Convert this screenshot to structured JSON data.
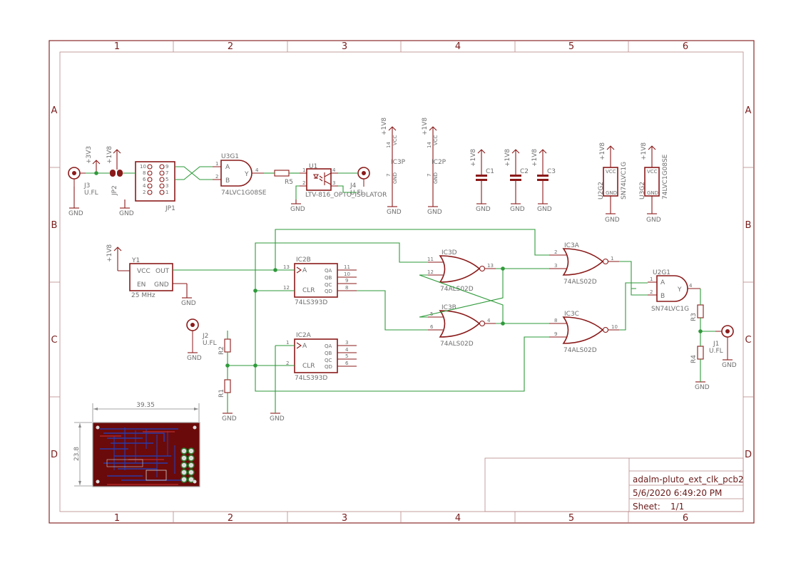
{
  "sheet": {
    "column_labels": [
      "1",
      "2",
      "3",
      "4",
      "5",
      "6"
    ],
    "row_labels": [
      "A",
      "B",
      "C",
      "D"
    ]
  },
  "title_block": {
    "name": "adalm-pluto_ext_clk_pcb2",
    "date": "5/6/2020 6:49:20 PM",
    "sheet_label": "Sheet:",
    "sheet_value": "1/1"
  },
  "pcb_preview": {
    "width_dim": "39.35",
    "height_dim": "23.8"
  },
  "supplies": {
    "gnd": "GND",
    "v18": "+1V8",
    "v33": "+3V3",
    "vcc": "VCC"
  },
  "parts": {
    "j3": {
      "name": "J3",
      "value": "U.FL"
    },
    "jp2": {
      "name": "JP2"
    },
    "jp1": {
      "name": "JP1",
      "pins": [
        "10",
        "8",
        "6",
        "4",
        "2",
        "9",
        "7",
        "5",
        "3",
        "1"
      ]
    },
    "u3g1": {
      "name": "U3G1",
      "value": "74LVC1G08SE",
      "pin_a": "A",
      "pin_b": "B",
      "pin_y": "Y"
    },
    "r5": {
      "name": "R5"
    },
    "u1": {
      "name": "U1",
      "value": "LTV-816_OPTO_ISOLATOR"
    },
    "j4": {
      "name": "J4",
      "value": "U.FL"
    },
    "ic3p": {
      "name": "IC3P",
      "vcc_pin": "14",
      "gnd_pin": "7"
    },
    "ic2p": {
      "name": "IC2P",
      "vcc_pin": "14",
      "gnd_pin": "7"
    },
    "c1": {
      "name": "C1"
    },
    "c2": {
      "name": "C2"
    },
    "c3": {
      "name": "C3"
    },
    "u2g2": {
      "name": "U2G2",
      "value": "SN74LVC1G"
    },
    "u3g2": {
      "name": "U3G2",
      "value": "74LVC1G08SE"
    },
    "y1": {
      "name": "Y1",
      "value": "25 MHz",
      "pin_vcc": "VCC",
      "pin_out": "OUT",
      "pin_en": "EN",
      "pin_gnd": "GND"
    },
    "ic2b": {
      "name": "IC2B",
      "value": "74LS393D",
      "in_pins": [
        "13",
        "12"
      ],
      "out_pins": [
        "11",
        "10",
        "9",
        "8"
      ],
      "pin_a": "A",
      "pin_clr": "CLR",
      "outs": [
        "QA",
        "QB",
        "QC",
        "QD"
      ]
    },
    "ic2a": {
      "name": "IC2A",
      "value": "74LS393D",
      "in_pins": [
        "1",
        "2"
      ],
      "out_pins": [
        "3",
        "4",
        "5",
        "6"
      ],
      "pin_a": "A",
      "pin_clr": "CLR",
      "outs": [
        "QA",
        "QB",
        "QC",
        "QD"
      ]
    },
    "ic3d": {
      "name": "IC3D",
      "value": "74ALS02D",
      "in_pins": [
        "11",
        "12"
      ],
      "out_pin": "13"
    },
    "ic3b": {
      "name": "IC3B",
      "value": "74ALS02D",
      "in_pins": [
        "5",
        "6"
      ],
      "out_pin": "4"
    },
    "ic3a": {
      "name": "IC3A",
      "value": "74ALS02D",
      "in_pins": [
        "2",
        "3"
      ],
      "out_pin": "1"
    },
    "ic3c": {
      "name": "IC3C",
      "value": "74ALS02D",
      "in_pins": [
        "8",
        "9"
      ],
      "out_pin": "10"
    },
    "u2g1": {
      "name": "U2G1",
      "value": "SN74LVC1G",
      "pin_a": "A",
      "pin_b": "B",
      "pin_y": "Y"
    },
    "j2": {
      "name": "J2",
      "value": "U.FL"
    },
    "j1": {
      "name": "J1",
      "value": "U.FL"
    },
    "r1": {
      "name": "R1"
    },
    "r2": {
      "name": "R2"
    },
    "r3": {
      "name": "R3"
    },
    "r4": {
      "name": "R4"
    }
  }
}
